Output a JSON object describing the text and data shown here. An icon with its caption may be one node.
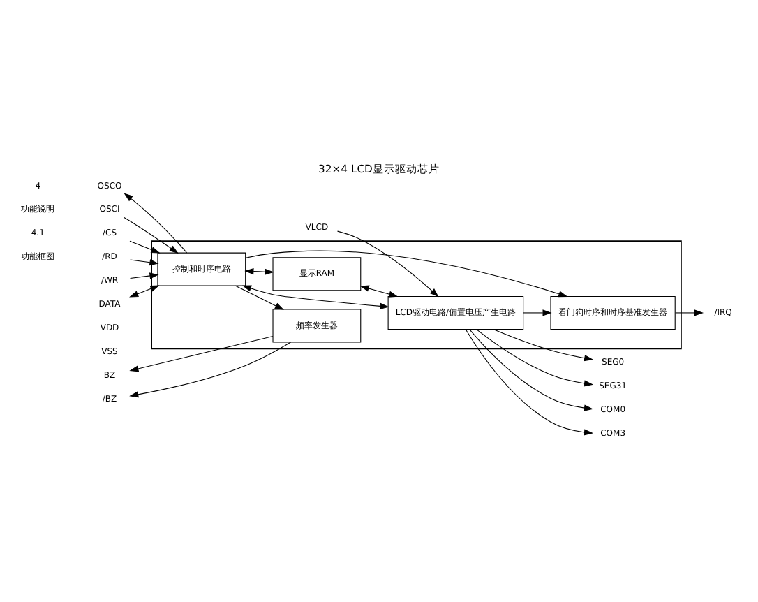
{
  "diagram": {
    "title": "32×4 LCD显示驱动芯片",
    "nodes": [
      {
        "text": [],
        "shape": "box"
      },
      {
        "text": [
          "控制和时序电路"
        ],
        "in": 0
      },
      {
        "text": [
          "显示RAM"
        ],
        "in": 0
      },
      {
        "text": [
          "LCD驱动电路/偏置电压产生电路"
        ],
        "in": 0
      },
      {
        "text": [
          "频率发生器"
        ],
        "in": 0
      },
      {
        "text": [
          "看门狗时序和时序基准发生器"
        ],
        "in": 0
      },
      {
        "text": [
          "OSCO"
        ]
      },
      {
        "text": [
          "OSCI"
        ]
      },
      {
        "text": [
          "/CS"
        ]
      },
      {
        "text": [
          "/RD"
        ]
      },
      {
        "text": [
          "/WR"
        ]
      },
      {
        "text": [
          "DATA"
        ]
      },
      {
        "text": [
          "BZ"
        ]
      },
      {
        "text": [
          "/BZ"
        ]
      },
      {
        "text": [
          "COM0"
        ]
      },
      {
        "text": [
          "COM3"
        ]
      },
      {
        "text": [
          "SEG0"
        ]
      },
      {
        "text": [
          "SEG31"
        ]
      },
      {
        "text": [
          "VLCD"
        ]
      },
      {
        "text": [
          "/IRQ"
        ]
      }
    ],
    "edges": [
      {
        "from": 1,
        "to": 6,
        "arrow": "to"
      },
      {
        "from": 7,
        "to": 1,
        "arrow": "to"
      },
      {
        "from": 8,
        "to": 1,
        "arrow": "to"
      },
      {
        "from": 9,
        "to": 1,
        "arrow": "to"
      },
      {
        "from": 10,
        "to": 1,
        "arrow": "to"
      },
      {
        "from": 1,
        "to": 11,
        "arrow": "both"
      },
      {
        "from": 1,
        "to": 2,
        "arrow": "both"
      },
      {
        "from": 1,
        "to": 3,
        "arrow": "both"
      },
      {
        "from": 2,
        "to": 3,
        "arrow": "both"
      },
      {
        "from": 1,
        "to": 4,
        "arrow": "to"
      },
      {
        "from": 1,
        "to": 5,
        "arrow": "to"
      },
      {
        "from": 3,
        "to": 5,
        "arrow": "to"
      },
      {
        "from": 18,
        "to": 3,
        "arrow": "to"
      },
      {
        "from": 4,
        "to": 12,
        "arrow": "to"
      },
      {
        "from": 4,
        "to": 13,
        "arrow": "to"
      },
      {
        "from": 3,
        "to": 14,
        "arrow": "to"
      },
      {
        "from": 3,
        "to": 15,
        "arrow": "to"
      },
      {
        "from": 3,
        "to": 16,
        "arrow": "to"
      },
      {
        "from": 3,
        "to": 17,
        "arrow": "to"
      },
      {
        "from": 5,
        "to": 19,
        "arrow": "to"
      }
    ],
    "labels": [
      "4",
      "功能说明",
      "4.1",
      "功能框图",
      "VDD",
      "VSS"
    ]
  }
}
